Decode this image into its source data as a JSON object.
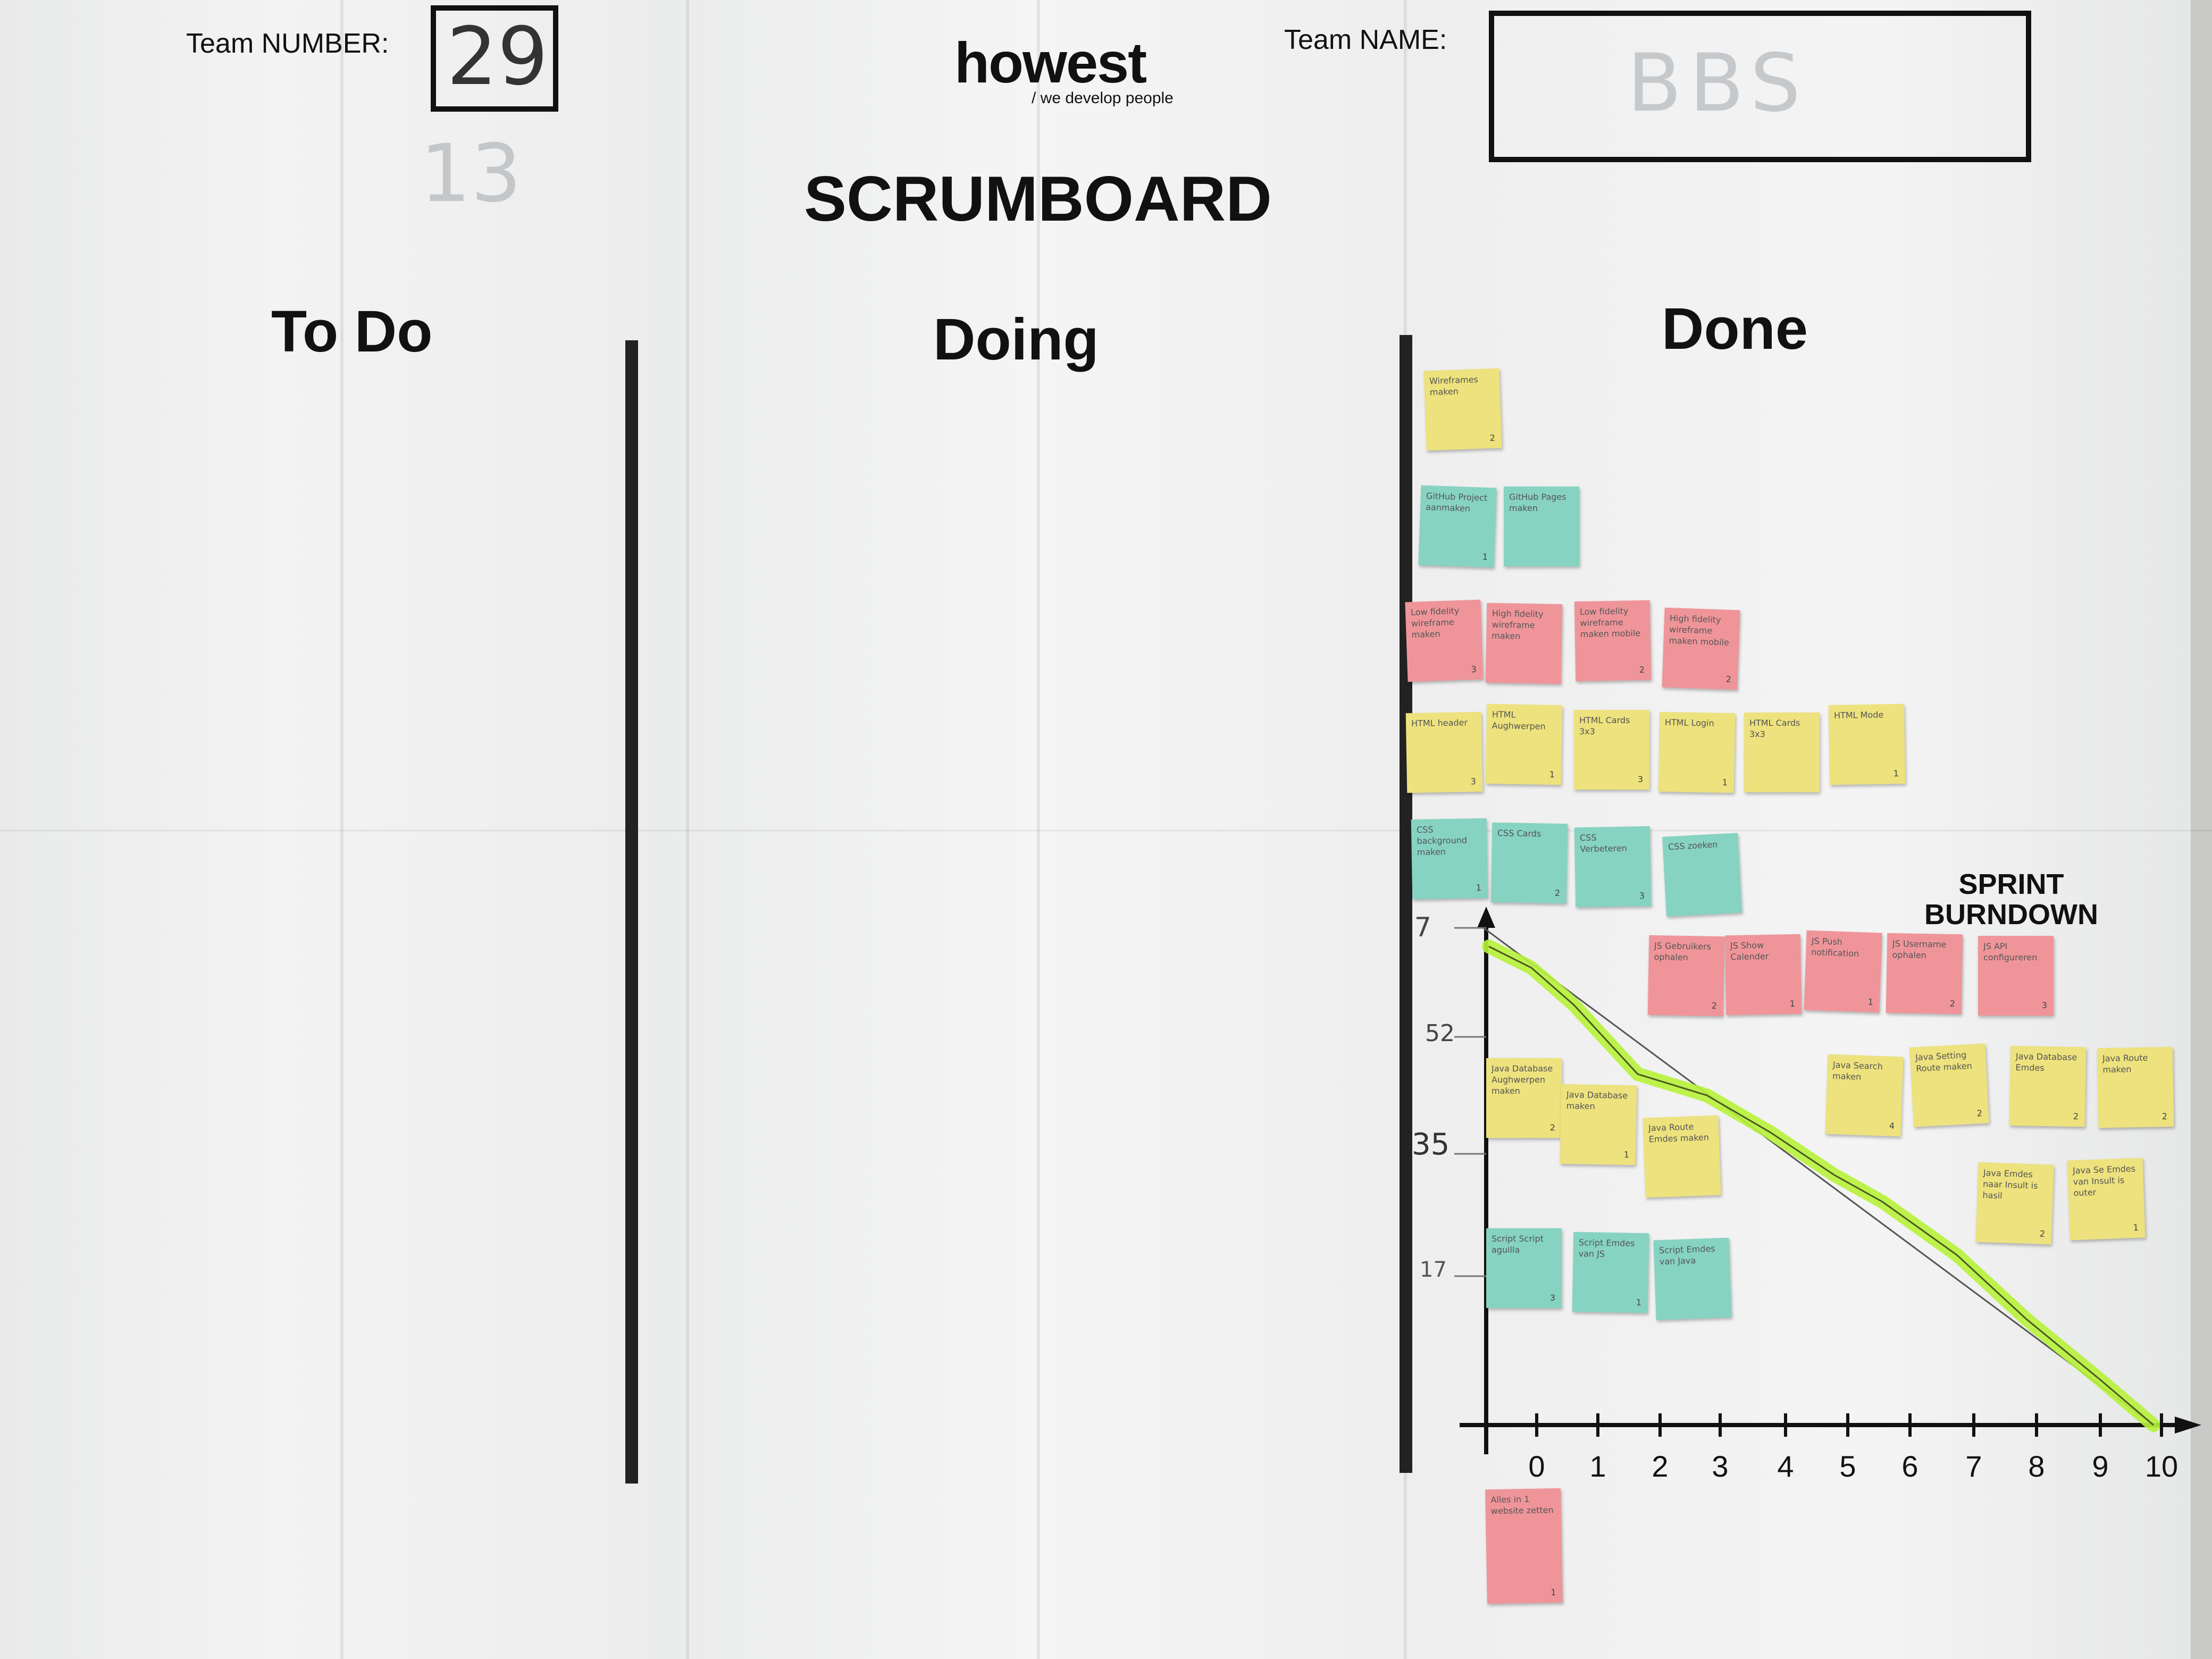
{
  "header": {
    "team_number_label": "Team NUMBER:",
    "team_number_value": "29",
    "team_number_alt": "13",
    "logo_word": "howest",
    "logo_tagline": "we develop people",
    "title": "SCRUMBOARD",
    "team_name_label": "Team NAME:",
    "team_name_value": "BBS"
  },
  "columns": {
    "todo": "To Do",
    "doing": "Doing",
    "done": "Done"
  },
  "colors": {
    "yellow": "#ede27d",
    "teal": "#86d3c2",
    "pink": "#ef959a",
    "burndown_line": "#b7f23a"
  },
  "burndown": {
    "title_line1": "SPRINT",
    "title_line2": "BURNDOWN",
    "y_labels": [
      "7",
      "52",
      "35",
      "17"
    ],
    "x_labels": [
      "0",
      "1",
      "2",
      "3",
      "4",
      "5",
      "6",
      "7",
      "8",
      "9",
      "10"
    ]
  },
  "notes": [
    {
      "color": "yellow",
      "text": "Wireframes maken",
      "points": "2"
    },
    {
      "color": "teal",
      "text": "GitHub Project aanmaken",
      "points": "1"
    },
    {
      "color": "teal",
      "text": "GitHub Pages maken",
      "points": ""
    },
    {
      "color": "pink",
      "text": "Low fidelity wireframe maken",
      "points": "3"
    },
    {
      "color": "pink",
      "text": "High fidelity wireframe maken",
      "points": ""
    },
    {
      "color": "pink",
      "text": "Low fidelity wireframe maken mobile",
      "points": "2"
    },
    {
      "color": "pink",
      "text": "High fidelity wireframe maken mobile",
      "points": "2"
    },
    {
      "color": "yellow",
      "text": "HTML header",
      "points": "3"
    },
    {
      "color": "yellow",
      "text": "HTML Aughwerpen",
      "points": "1"
    },
    {
      "color": "yellow",
      "text": "HTML Cards 3x3",
      "points": "3"
    },
    {
      "color": "yellow",
      "text": "HTML Login",
      "points": "1"
    },
    {
      "color": "yellow",
      "text": "HTML Cards 3x3",
      "points": ""
    },
    {
      "color": "yellow",
      "text": "HTML Mode",
      "points": "1"
    },
    {
      "color": "teal",
      "text": "CSS background maken",
      "points": "1"
    },
    {
      "color": "teal",
      "text": "CSS Cards",
      "points": "2"
    },
    {
      "color": "teal",
      "text": "CSS Verbeteren",
      "points": "3"
    },
    {
      "color": "teal",
      "text": "CSS zoeken",
      "points": ""
    },
    {
      "color": "pink",
      "text": "JS Gebruikers ophalen",
      "points": "2"
    },
    {
      "color": "pink",
      "text": "JS Show Calender",
      "points": "1"
    },
    {
      "color": "pink",
      "text": "JS Push notification",
      "points": "1"
    },
    {
      "color": "pink",
      "text": "JS Username ophalen",
      "points": "2"
    },
    {
      "color": "pink",
      "text": "JS API configureren",
      "points": "3"
    },
    {
      "color": "yellow",
      "text": "Java Database Aughwerpen maken",
      "points": "2"
    },
    {
      "color": "yellow",
      "text": "Java Database maken",
      "points": "1"
    },
    {
      "color": "yellow",
      "text": "Java Route Emdes maken",
      "points": ""
    },
    {
      "color": "yellow",
      "text": "Java Search maken",
      "points": "4"
    },
    {
      "color": "yellow",
      "text": "Java Setting Route maken",
      "points": "2"
    },
    {
      "color": "yellow",
      "text": "Java Database Emdes",
      "points": "2"
    },
    {
      "color": "yellow",
      "text": "Java Route maken",
      "points": "2"
    },
    {
      "color": "yellow",
      "text": "Java Emdes naar Insult is hasil",
      "points": "2"
    },
    {
      "color": "yellow",
      "text": "Java Se Emdes van Insult is outer",
      "points": "1"
    },
    {
      "color": "teal",
      "text": "Script Script aguilla",
      "points": "3"
    },
    {
      "color": "teal",
      "text": "Script Emdes van JS",
      "points": "1"
    },
    {
      "color": "teal",
      "text": "Script Emdes van Java",
      "points": ""
    },
    {
      "color": "pink",
      "text": "Alles in 1 website zetten",
      "points": "1"
    }
  ]
}
